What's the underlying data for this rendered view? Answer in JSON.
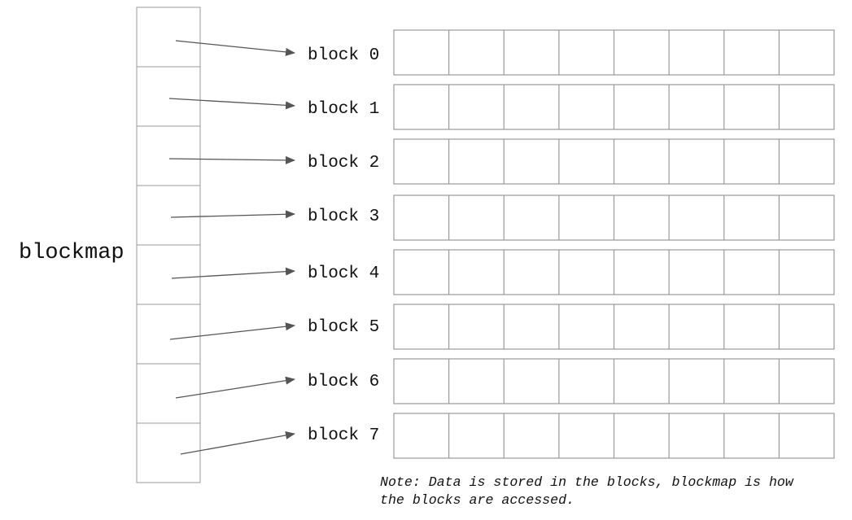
{
  "diagram": {
    "blockmap_label": "blockmap",
    "blocks": [
      {
        "label": "block 0"
      },
      {
        "label": "block 1"
      },
      {
        "label": "block 2"
      },
      {
        "label": "block 3"
      },
      {
        "label": "block 4"
      },
      {
        "label": "block 5"
      },
      {
        "label": "block 6"
      },
      {
        "label": "block 7"
      }
    ],
    "cells_per_block": 8,
    "note_lines": [
      "Note: Data is stored in the blocks, blockmap is how",
      "the blocks are accessed."
    ],
    "colors": {
      "stroke": "#9a9a9a",
      "arrow": "#555555",
      "text": "#111111"
    }
  }
}
